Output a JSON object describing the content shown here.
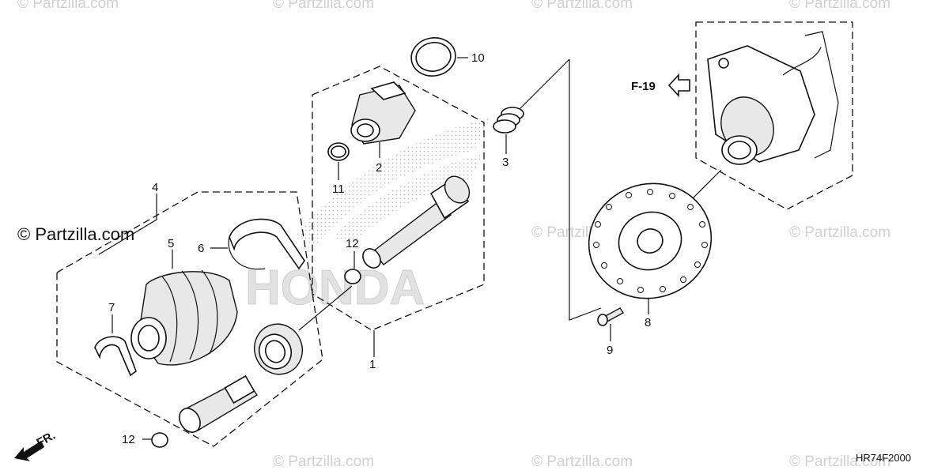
{
  "watermark": "© Partzilla.com",
  "diagram_code": "HR74F2000",
  "reference_label": "F-19",
  "front_marker": "FR.",
  "brand_watermark": "HONDA",
  "part_numbers": {
    "n1": "1",
    "n2": "2",
    "n3": "3",
    "n4": "4",
    "n5": "5",
    "n6": "6",
    "n7": "7",
    "n8": "8",
    "n9": "9",
    "n10": "10",
    "n11": "11",
    "n12a": "12",
    "n12b": "12"
  },
  "icons": [
    "arrow-outline-left-icon",
    "front-direction-arrow-icon"
  ]
}
